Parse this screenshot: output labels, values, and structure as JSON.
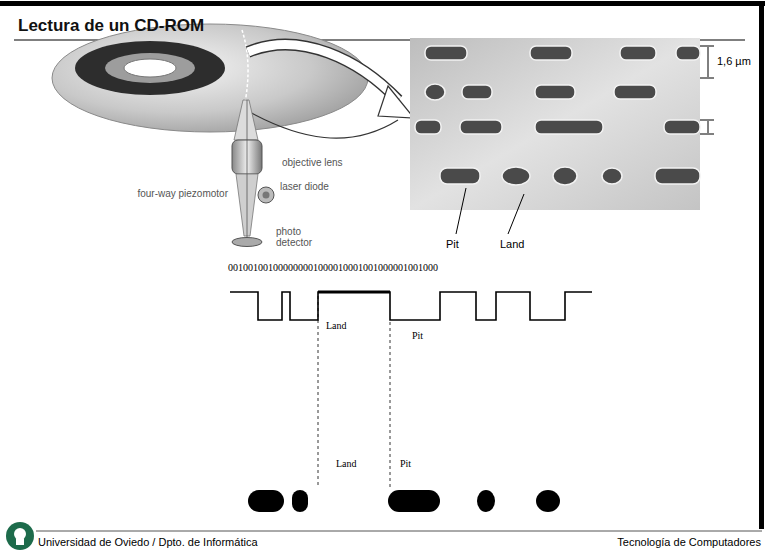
{
  "diagram": {
    "title": "Lectura de un CD-ROM",
    "labels": [
      "objective lens",
      "laser diode",
      "four-way piezomotor",
      "photo detector",
      "1,6 µm",
      "Pit",
      "Land",
      "001001001000000001000010001001000001001000",
      "Land",
      "Pit",
      "Land",
      "Pit",
      "Universidad de Oviedo / Dpto. de Informática",
      "Tecnología de Computadores"
    ]
  }
}
